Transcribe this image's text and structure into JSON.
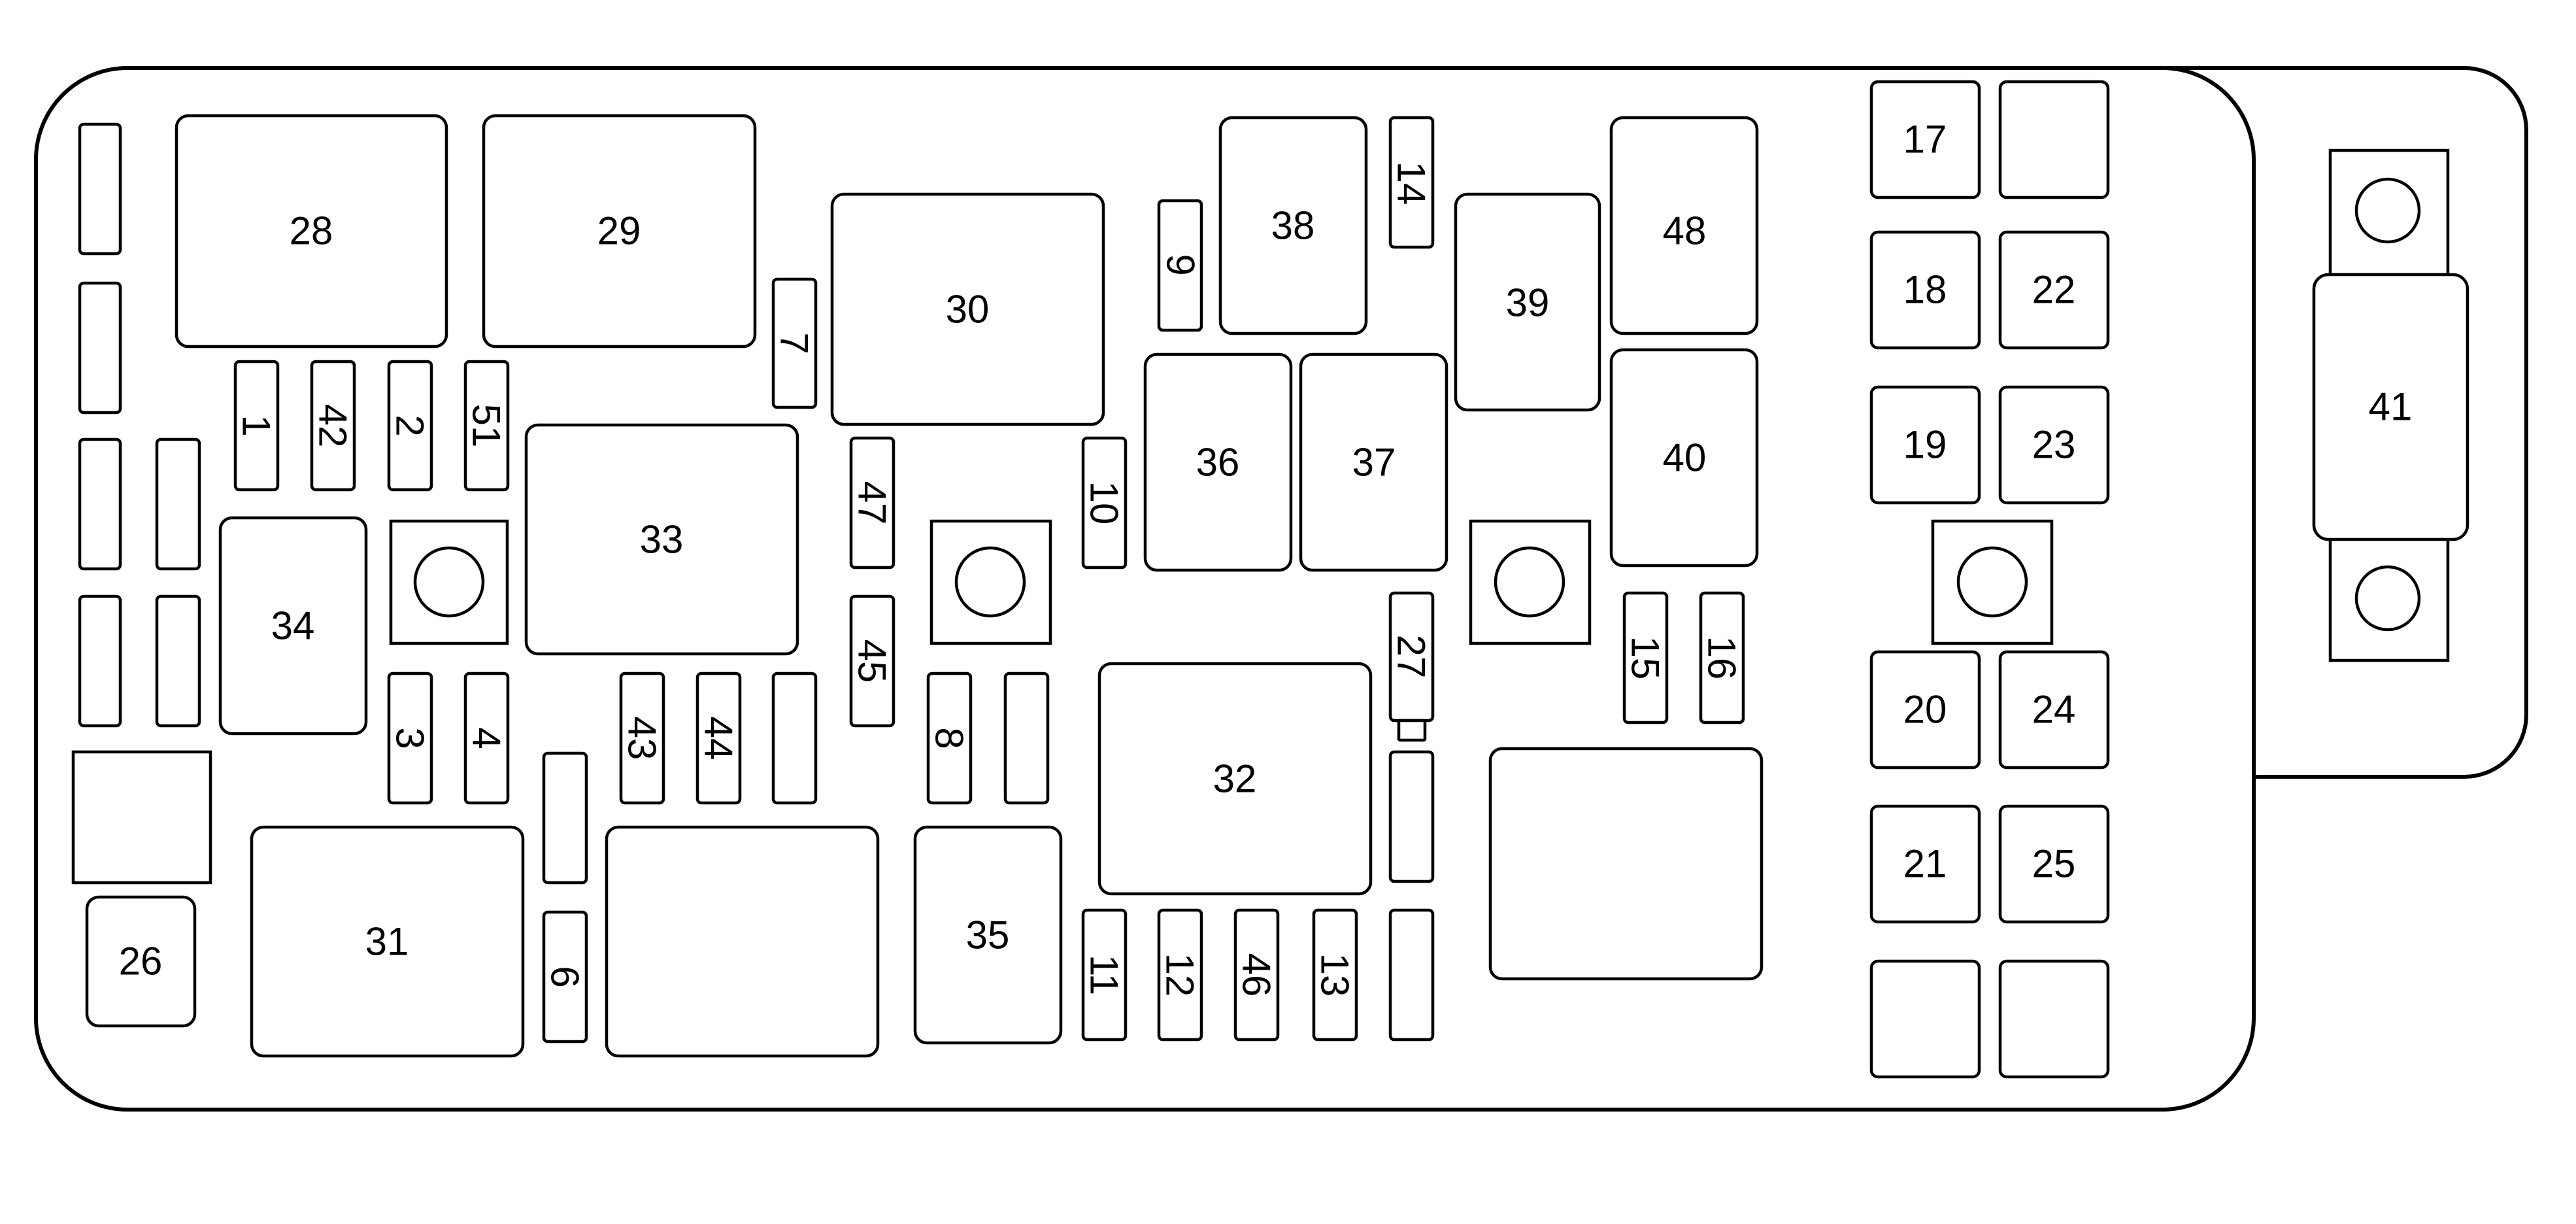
{
  "diagram": {
    "fuses": [
      {
        "id": "28",
        "label": "28"
      },
      {
        "id": "29",
        "label": "29"
      },
      {
        "id": "30",
        "label": "30"
      },
      {
        "id": "38",
        "label": "38"
      },
      {
        "id": "14",
        "label": "14"
      },
      {
        "id": "9",
        "label": "9"
      },
      {
        "id": "39",
        "label": "39"
      },
      {
        "id": "48",
        "label": "48"
      },
      {
        "id": "17",
        "label": "17"
      },
      {
        "id": "18",
        "label": "18"
      },
      {
        "id": "22",
        "label": "22"
      },
      {
        "id": "19",
        "label": "19"
      },
      {
        "id": "23",
        "label": "23"
      },
      {
        "id": "41",
        "label": "41"
      },
      {
        "id": "7",
        "label": "7"
      },
      {
        "id": "1",
        "label": "1"
      },
      {
        "id": "42",
        "label": "42"
      },
      {
        "id": "2",
        "label": "2"
      },
      {
        "id": "51",
        "label": "51"
      },
      {
        "id": "33",
        "label": "33"
      },
      {
        "id": "47",
        "label": "47"
      },
      {
        "id": "10",
        "label": "10"
      },
      {
        "id": "36",
        "label": "36"
      },
      {
        "id": "37",
        "label": "37"
      },
      {
        "id": "40",
        "label": "40"
      },
      {
        "id": "34",
        "label": "34"
      },
      {
        "id": "45",
        "label": "45"
      },
      {
        "id": "27",
        "label": "27"
      },
      {
        "id": "15",
        "label": "15"
      },
      {
        "id": "16",
        "label": "16"
      },
      {
        "id": "20",
        "label": "20"
      },
      {
        "id": "24",
        "label": "24"
      },
      {
        "id": "3",
        "label": "3"
      },
      {
        "id": "4",
        "label": "4"
      },
      {
        "id": "43",
        "label": "43"
      },
      {
        "id": "44",
        "label": "44"
      },
      {
        "id": "8",
        "label": "8"
      },
      {
        "id": "32",
        "label": "32"
      },
      {
        "id": "21",
        "label": "21"
      },
      {
        "id": "25",
        "label": "25"
      },
      {
        "id": "31",
        "label": "31"
      },
      {
        "id": "35",
        "label": "35"
      },
      {
        "id": "26",
        "label": "26"
      },
      {
        "id": "6",
        "label": "6"
      },
      {
        "id": "11",
        "label": "11"
      },
      {
        "id": "12",
        "label": "12"
      },
      {
        "id": "46",
        "label": "46"
      },
      {
        "id": "13",
        "label": "13"
      }
    ]
  }
}
